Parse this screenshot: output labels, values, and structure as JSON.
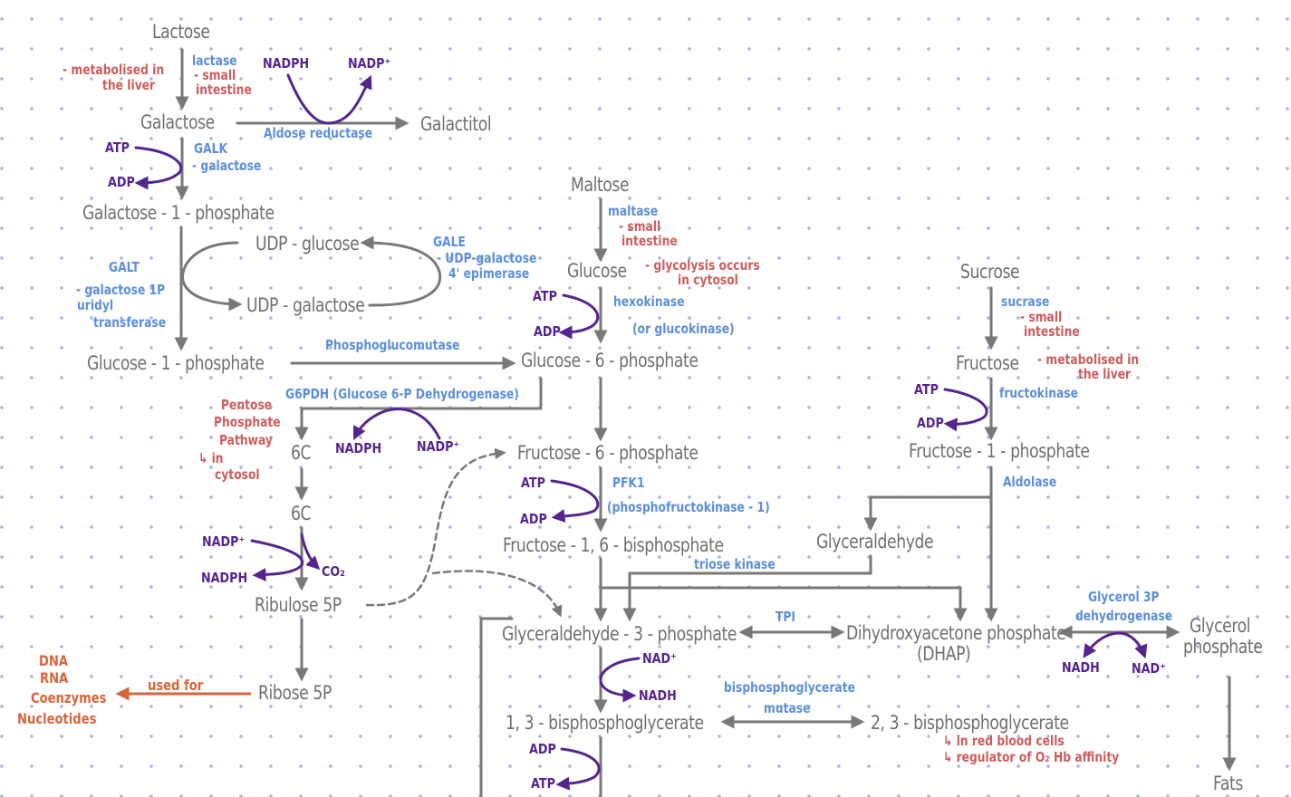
{
  "colors": {
    "molecule": "#6f6f6f",
    "enzyme": "#5b8fd8",
    "note": "#cc5d5d",
    "cofactor": "#55258f",
    "use": "#d8643c",
    "grid_dot": "#aab4d8",
    "arrow": "#787878"
  },
  "molecules": {
    "lactose": "Lactose",
    "galactose": "Galactose",
    "galactitol": "Galactitol",
    "galactose_1p": "Galactose - 1 - phosphate",
    "udp_glucose": "UDP - glucose",
    "udp_galactose": "UDP - galactose",
    "glucose_1p": "Glucose - 1 - phosphate",
    "maltose": "Maltose",
    "glucose": "Glucose",
    "glucose_6p": "Glucose - 6 - phosphate",
    "sucrose": "Sucrose",
    "fructose": "Fructose",
    "fructose_1p": "Fructose - 1 - phosphate",
    "c6_a": "6C",
    "c6_b": "6C",
    "ribulose_5p": "Ribulose 5P",
    "ribose_5p": "Ribose 5P",
    "fructose_6p": "Fructose - 6 - phosphate",
    "fructose_16bp": "Fructose - 1, 6 - bisphosphate",
    "glyceraldehyde": "Glyceraldehyde",
    "g3p": "Glyceraldehyde - 3 - phosphate",
    "dhap_line1": "Dihydroxyacetone phosphate",
    "dhap_line2": "(DHAP)",
    "glycerol_p_line1": "Glycerol",
    "glycerol_p_line2": "phosphate",
    "bpg13": "1, 3 - bisphosphoglycerate",
    "bpg23": "2, 3 - bisphosphoglycerate",
    "fats": "Fats"
  },
  "enzymes": {
    "lactase": [
      "lactase"
    ],
    "aldose_reductase": "Aldose reductase",
    "galk": [
      "GALK",
      "- galactose"
    ],
    "galt": [
      "GALT",
      "- galactose 1P",
      "uridyl",
      "transferase"
    ],
    "gale": [
      "GALE",
      "- UDP-galactose",
      "4' epimerase"
    ],
    "phosphoglucomutase": "Phosphoglucomutase",
    "maltase": "maltase",
    "hexokinase": "hexokinase",
    "glucokinase": "(or glucokinase)",
    "sucrase": "sucrase",
    "fructokinase": "fructokinase",
    "g6pdh": "G6PDH (Glucose 6-P Dehydrogenase)",
    "pfk1": "PFK1",
    "pfk1_full": "(phosphofructokinase - 1)",
    "aldolase": "Aldolase",
    "triose_kinase": "triose kinase",
    "tpi": "TPI",
    "bpg_mutase": [
      "bisphosphoglycerate",
      "mutase"
    ],
    "glycerol_3p_dh": [
      "Glycerol 3P",
      "dehydrogenase"
    ]
  },
  "notes": {
    "lactose_liver": [
      "- metabolised in",
      "the liver"
    ],
    "lactase_site": [
      "- small",
      "intestine"
    ],
    "maltase_site": [
      "- small",
      "intestine"
    ],
    "glycolysis_site": [
      "- glycolysis occurs",
      "in cytosol"
    ],
    "sucrase_site": [
      "- small",
      "intestine"
    ],
    "fructose_liver": [
      "- metabolised in",
      "the liver"
    ],
    "ppp": [
      "Pentose",
      "Phosphate",
      "Pathway",
      "↳ in",
      "cytosol"
    ],
    "bpg23_notes": [
      "↳ in red blood cells",
      "↳ regulator of O₂ Hb affinity"
    ]
  },
  "cofactors": {
    "aldose_nadph": "NADPH",
    "aldose_nadp": "NADP⁺",
    "galk_atp": "ATP",
    "galk_adp": "ADP",
    "hk_atp": "ATP",
    "hk_adp": "ADP",
    "fk_atp": "ATP",
    "fk_adp": "ADP",
    "g6pdh_nadph": "NADPH",
    "g6pdh_nadp": "NADP⁺",
    "ppp_nadp": "NADP⁺",
    "ppp_nadph": "NADPH",
    "ppp_co2": "CO₂",
    "pfk_atp": "ATP",
    "pfk_adp": "ADP",
    "gapdh_nad": "NAD⁺",
    "gapdh_nadh": "NADH",
    "pgk_adp": "ADP",
    "pgk_atp": "ATP",
    "g3pdh_nadh": "NADH",
    "g3pdh_nad": "NAD⁺"
  },
  "uses": {
    "used_for": "used for",
    "products": [
      "DNA",
      "RNA",
      "Coenzymes",
      "Nucleotides"
    ]
  }
}
